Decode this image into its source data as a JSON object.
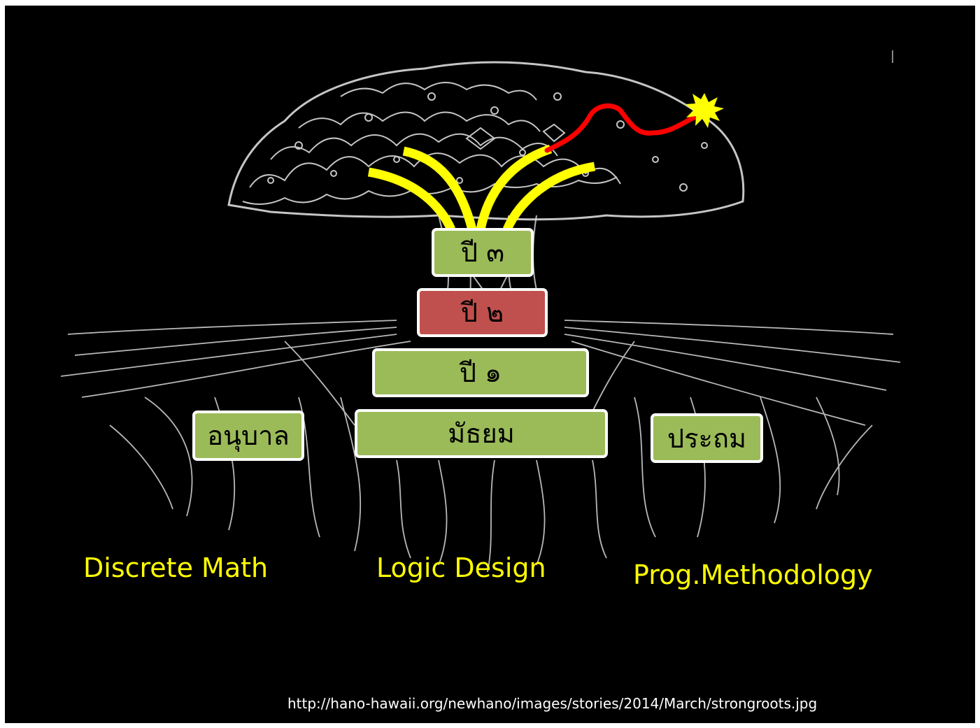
{
  "boxes": {
    "year3": "ปี ๓",
    "year2": "ปี ๒",
    "year1": "ปี ๑",
    "secondary": "มัธยม",
    "kindergarten": "อนุบาล",
    "primary": "ประถม"
  },
  "labels": {
    "discrete_math": "Discrete Math",
    "logic_design": "Logic Design",
    "prog_methodology": "Prog.Methodology"
  },
  "source_url": "http://hano-hawaii.org/newhano/images/stories/2014/March/strongroots.jpg",
  "colors": {
    "box_green": "#9bbb59",
    "box_red": "#c0504d",
    "label_yellow": "#ffff00",
    "branch_yellow": "#ffff00",
    "branch_red": "#ff0000",
    "background": "#000000"
  }
}
